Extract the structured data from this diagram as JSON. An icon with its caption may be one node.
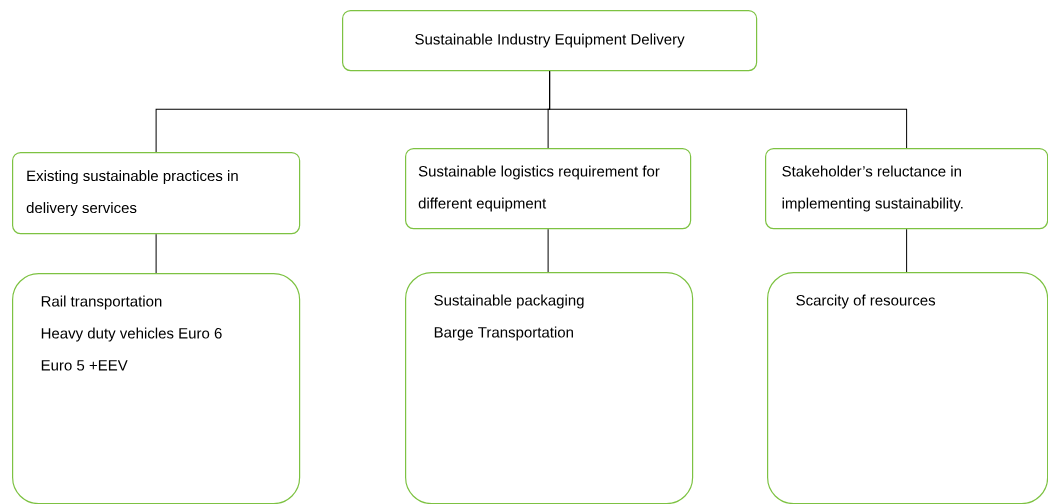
{
  "diagram": {
    "nodes": [
      {
        "text": [
          "Sustainable Industry Equipment Delivery"
        ]
      },
      {
        "text": [
          "Existing sustainable practices in delivery services"
        ]
      },
      {
        "text": [
          "Sustainable logistics requirement for different equipment"
        ]
      },
      {
        "text": [
          "Stakeholder’s reluctance in implementing sustainability."
        ]
      },
      {
        "text": [
          "Rail transportation",
          "Heavy duty vehicles Euro 6",
          "Euro 5 +EEV"
        ]
      },
      {
        "text": [
          "Sustainable packaging",
          "Barge Transportation"
        ]
      },
      {
        "text": [
          "Scarcity of resources"
        ]
      }
    ],
    "edges": [
      {
        "from": 0,
        "to": 1,
        "arrow": "none"
      },
      {
        "from": 0,
        "to": 2,
        "arrow": "none"
      },
      {
        "from": 0,
        "to": 3,
        "arrow": "none"
      },
      {
        "from": 1,
        "to": 4,
        "arrow": "none"
      },
      {
        "from": 2,
        "to": 5,
        "arrow": "none"
      },
      {
        "from": 3,
        "to": 6,
        "arrow": "none"
      }
    ]
  }
}
